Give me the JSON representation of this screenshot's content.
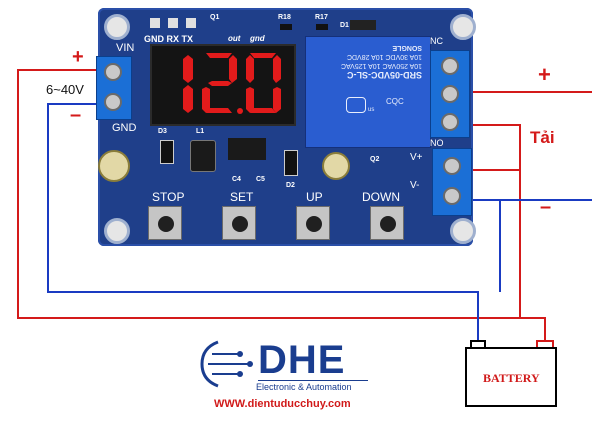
{
  "board": {
    "header_pins": [
      "GND",
      "RX",
      "TX"
    ],
    "top_labels": [
      "Q1",
      "R18",
      "R17",
      "D1",
      "out",
      "gnd"
    ],
    "vin_label": "VIN",
    "gnd_label": "GND",
    "display_value": "12.0",
    "relay_text_lines": [
      "SRD-05VDC-SL-C",
      "10A 250VAC 10A 125VAC",
      "10A 30VDC 10A 28VDC",
      "SONGLE",
      "us",
      "CQC"
    ],
    "relay_terms": [
      "NC",
      "NO"
    ],
    "vout_plus": "V+",
    "vout_minus": "V-",
    "buttons": [
      {
        "label": "STOP"
      },
      {
        "label": "SET"
      },
      {
        "label": "UP"
      },
      {
        "label": "DOWN"
      }
    ],
    "component_labels": [
      "D3",
      "L1",
      "C4",
      "C5",
      "D2",
      "Q2"
    ]
  },
  "annotations": {
    "input_voltage": "6~40V",
    "plus_sign": "+",
    "minus_sign": "–",
    "load_label": "Tải",
    "load_plus": "+",
    "load_minus": "–"
  },
  "battery": {
    "label": "BATTERY"
  },
  "logo": {
    "name": "DHE",
    "tagline": "Electronic & Automation",
    "website": "WWW.dientuducchuy.com"
  },
  "colors": {
    "pcb": "#1f3f8a",
    "segment_on": "#e21b1b",
    "wire_red": "#d41a1a",
    "wire_blue": "#1a3bc2",
    "logo_blue": "#1a3d8f",
    "website_red": "#d11a1a"
  }
}
